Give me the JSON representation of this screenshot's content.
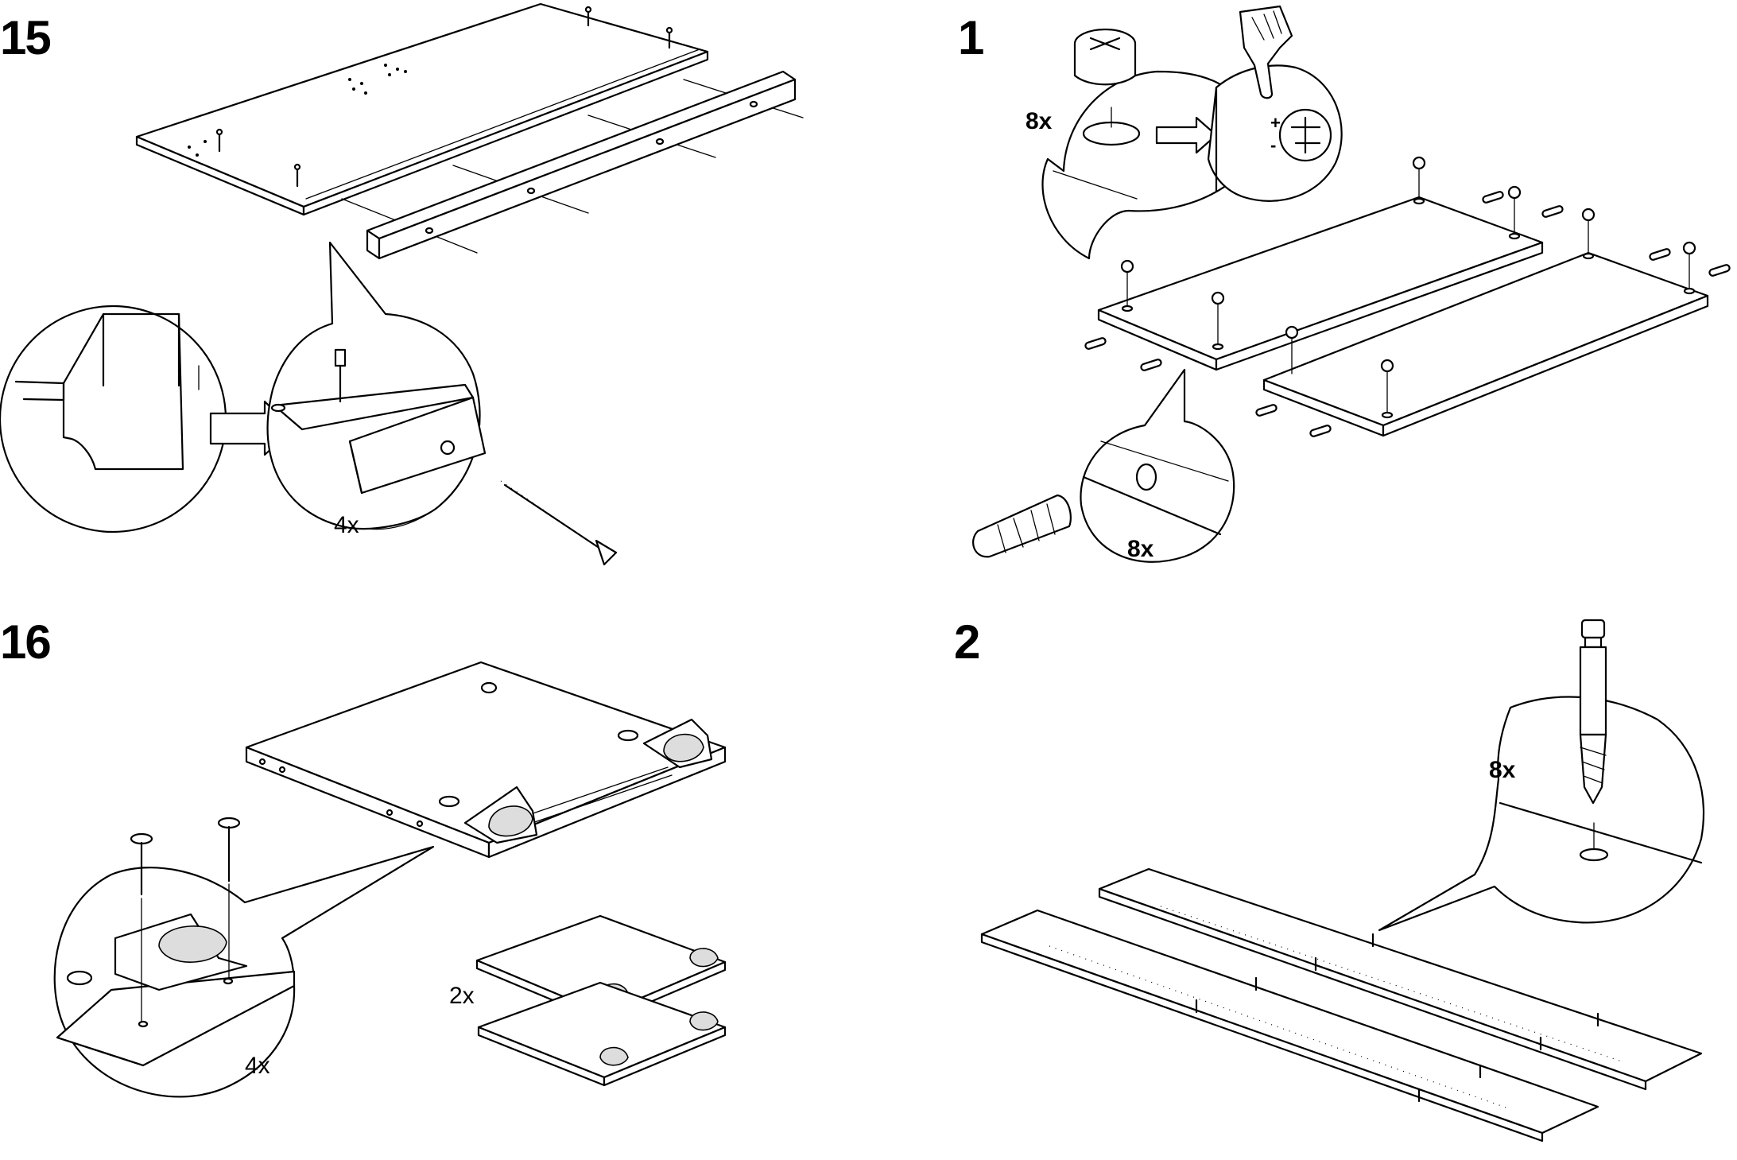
{
  "steps": [
    {
      "number": "15",
      "callouts": [
        {
          "quantity": "4x"
        }
      ]
    },
    {
      "number": "1",
      "callouts": [
        {
          "quantity": "8x"
        },
        {
          "quantity": "8x"
        }
      ]
    },
    {
      "number": "16",
      "callouts": [
        {
          "quantity": "4x"
        },
        {
          "quantity": "2x"
        }
      ]
    },
    {
      "number": "2",
      "callouts": [
        {
          "quantity": "8x"
        }
      ]
    }
  ],
  "icons": {
    "step15": [
      "panel",
      "cam-bolt",
      "rail",
      "zoom-circle",
      "arrow",
      "wood-screw"
    ],
    "step1": [
      "cam-lock-nut",
      "pointing-hand-icon",
      "arrow",
      "panel",
      "wooden-dowel"
    ],
    "step16": [
      "caster-board",
      "screw",
      "caster-bracket"
    ],
    "step2": [
      "cam-bolt",
      "shelf-panel"
    ]
  }
}
